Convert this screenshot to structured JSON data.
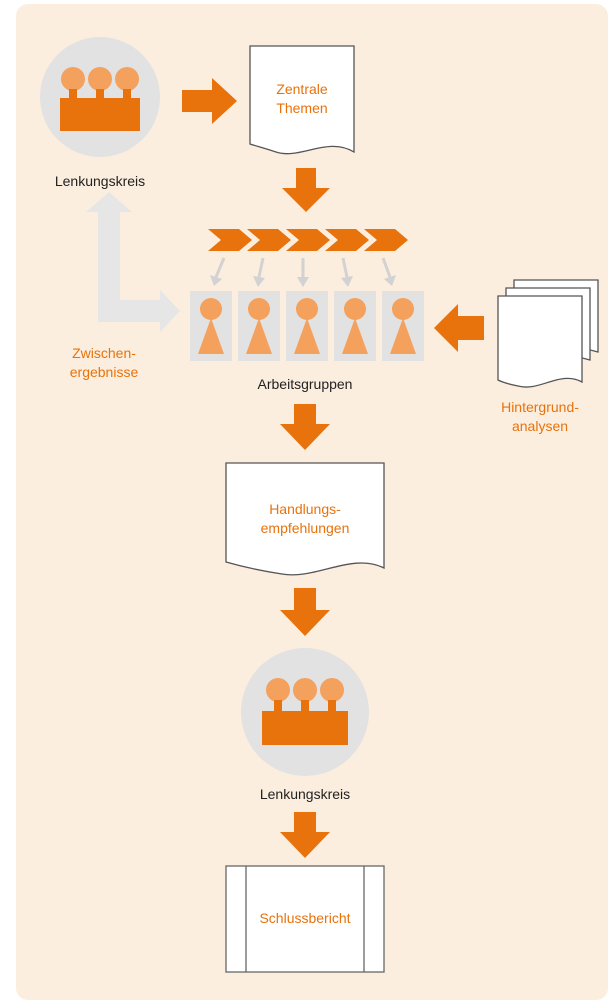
{
  "colors": {
    "background": "#fbeede",
    "accent": "#e8720c",
    "accent_light": "#f4a15e",
    "circle": "#e2e2e2",
    "feedback_arrow": "#e6e6e6",
    "text": "#222222"
  },
  "nodes": {
    "lenkungskreis_top": "Lenkungskreis",
    "zentrale_themen": [
      "Zentrale",
      "Themen"
    ],
    "arbeitsgruppen": "Arbeitsgruppen",
    "zwischenergebnisse": [
      "Zwischen-",
      "ergebnisse"
    ],
    "hintergrundanalysen": [
      "Hintergrund-",
      "analysen"
    ],
    "handlungsempfehlungen": [
      "Handlungs-",
      "empfehlungen"
    ],
    "lenkungskreis_bottom": "Lenkungskreis",
    "schlussbericht": "Schlussbericht"
  },
  "icons": {
    "steering_committee": "people-at-table-icon",
    "document": "document-icon",
    "document_stack": "document-stack-icon",
    "work_group_member": "person-icon",
    "process_chevron": "chevron-right-icon",
    "final_report": "report-book-icon"
  },
  "work_groups": 5
}
